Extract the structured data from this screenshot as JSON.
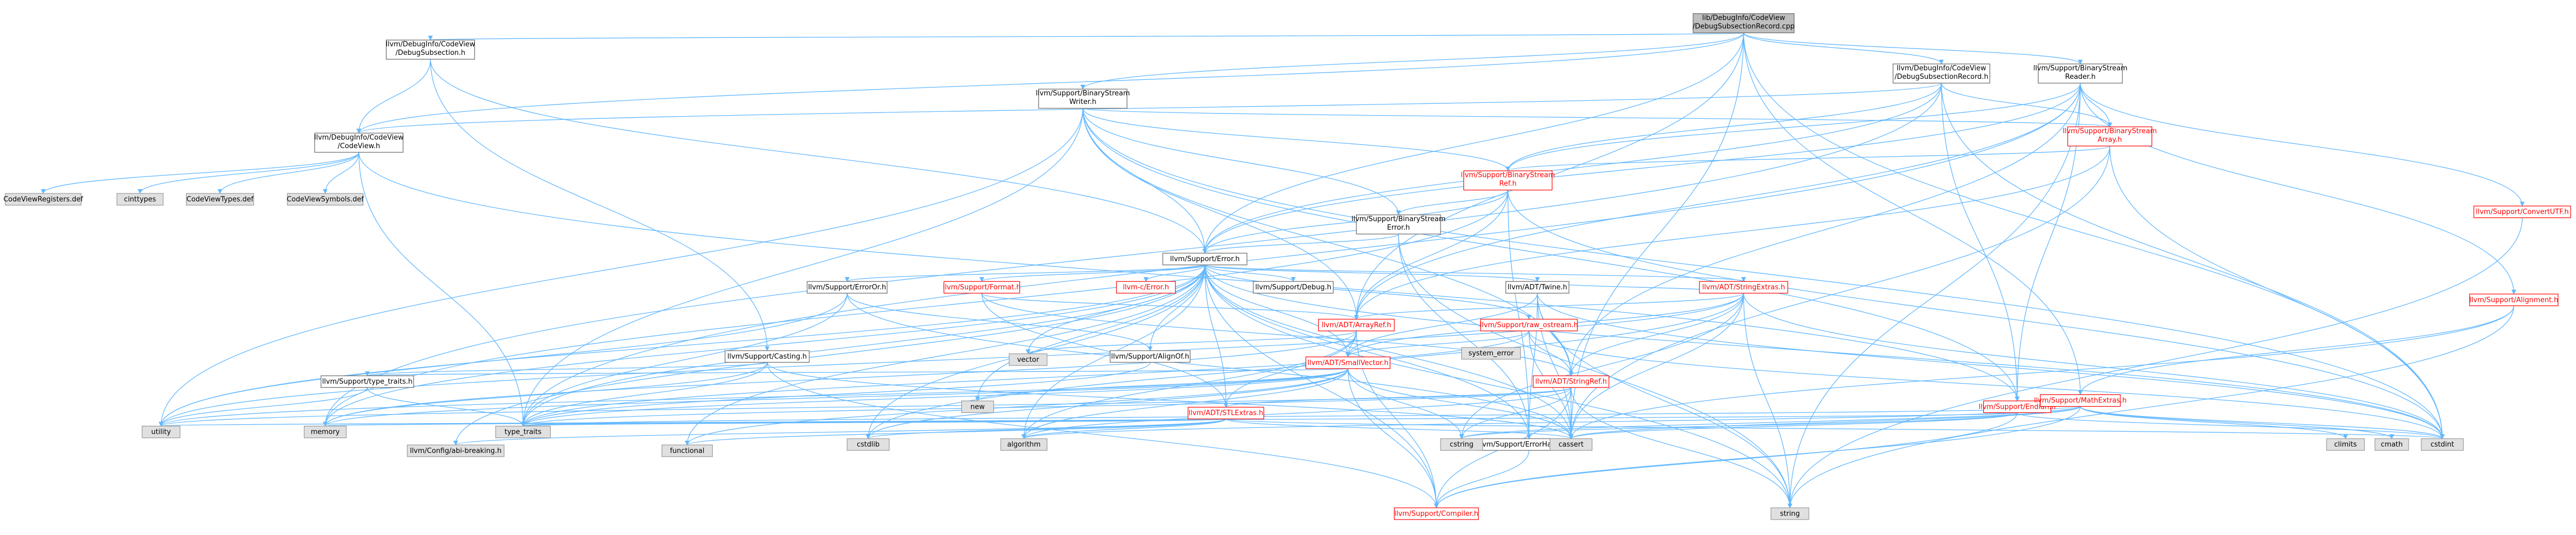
{
  "colors": {
    "root_fill": "#bfbfbf",
    "node_fill": "#ffffff",
    "node_border": "#666666",
    "system_fill": "#e0e0e0",
    "system_border": "#999999",
    "red_text": "#ff0000",
    "edge": "#63b8ff"
  },
  "nodes": [
    {
      "id": "root",
      "lines": [
        "lib/DebugInfo/CodeView",
        "/DebugSubsectionRecord.cpp"
      ],
      "kind": "root"
    },
    {
      "id": "dbgsub",
      "lines": [
        "llvm/DebugInfo/CodeView",
        "/DebugSubsection.h"
      ],
      "kind": "normal"
    },
    {
      "id": "bswriter",
      "lines": [
        "llvm/Support/BinaryStream",
        "Writer.h"
      ],
      "kind": "normal"
    },
    {
      "id": "dbgsubrec",
      "lines": [
        "llvm/DebugInfo/CodeView",
        "/DebugSubsectionRecord.h"
      ],
      "kind": "normal"
    },
    {
      "id": "bsreader",
      "lines": [
        "llvm/Support/BinaryStream",
        "Reader.h"
      ],
      "kind": "normal"
    },
    {
      "id": "codeview",
      "lines": [
        "llvm/DebugInfo/CodeView",
        "/CodeView.h"
      ],
      "kind": "normal"
    },
    {
      "id": "bsarray",
      "lines": [
        "llvm/Support/BinaryStream",
        "Array.h"
      ],
      "kind": "red"
    },
    {
      "id": "bsref",
      "lines": [
        "llvm/Support/BinaryStream",
        "Ref.h"
      ],
      "kind": "red"
    },
    {
      "id": "bserror",
      "lines": [
        "llvm/Support/BinaryStream",
        "Error.h"
      ],
      "kind": "normal"
    },
    {
      "id": "converttf",
      "lines": [
        "llvm/Support/ConvertUTF.h"
      ],
      "kind": "red"
    },
    {
      "id": "cvregs",
      "lines": [
        "CodeViewRegisters.def"
      ],
      "kind": "system"
    },
    {
      "id": "cinttypes",
      "lines": [
        "cinttypes"
      ],
      "kind": "system"
    },
    {
      "id": "cvtypes",
      "lines": [
        "CodeViewTypes.def"
      ],
      "kind": "system"
    },
    {
      "id": "cvsymbols",
      "lines": [
        "CodeViewSymbols.def"
      ],
      "kind": "system"
    },
    {
      "id": "error",
      "lines": [
        "llvm/Support/Error.h"
      ],
      "kind": "normal"
    },
    {
      "id": "casting",
      "lines": [
        "llvm/Support/Casting.h"
      ],
      "kind": "normal"
    },
    {
      "id": "format",
      "lines": [
        "llvm/Support/Format.h"
      ],
      "kind": "red"
    },
    {
      "id": "cerror",
      "lines": [
        "llvm-c/Error.h"
      ],
      "kind": "red"
    },
    {
      "id": "debug",
      "lines": [
        "llvm/Support/Debug.h"
      ],
      "kind": "normal"
    },
    {
      "id": "stringextras",
      "lines": [
        "llvm/ADT/StringExtras.h"
      ],
      "kind": "red"
    },
    {
      "id": "erroror",
      "lines": [
        "llvm/Support/ErrorOr.h"
      ],
      "kind": "normal"
    },
    {
      "id": "arrayref",
      "lines": [
        "llvm/ADT/ArrayRef.h"
      ],
      "kind": "red"
    },
    {
      "id": "rawostream",
      "lines": [
        "llvm/Support/raw_ostream.h"
      ],
      "kind": "red"
    },
    {
      "id": "twine",
      "lines": [
        "llvm/ADT/Twine.h"
      ],
      "kind": "normal"
    },
    {
      "id": "alignment",
      "lines": [
        "llvm/Support/Alignment.h"
      ],
      "kind": "red"
    },
    {
      "id": "alignof",
      "lines": [
        "llvm/Support/AlignOf.h"
      ],
      "kind": "normal"
    },
    {
      "id": "smallvector",
      "lines": [
        "llvm/ADT/SmallVector.h"
      ],
      "kind": "red"
    },
    {
      "id": "stringref",
      "lines": [
        "llvm/ADT/StringRef.h"
      ],
      "kind": "red"
    },
    {
      "id": "typetraits",
      "lines": [
        "llvm/Support/type_traits.h"
      ],
      "kind": "normal"
    },
    {
      "id": "stlextras",
      "lines": [
        "llvm/ADT/STLExtras.h"
      ],
      "kind": "red"
    },
    {
      "id": "endian",
      "lines": [
        "llvm/Support/Endian.h"
      ],
      "kind": "red"
    },
    {
      "id": "mathextras",
      "lines": [
        "llvm/Support/MathExtras.h"
      ],
      "kind": "red"
    },
    {
      "id": "vector",
      "lines": [
        "vector"
      ],
      "kind": "system"
    },
    {
      "id": "systemerror",
      "lines": [
        "system_error"
      ],
      "kind": "system"
    },
    {
      "id": "new",
      "lines": [
        "new"
      ],
      "kind": "system"
    },
    {
      "id": "utility",
      "lines": [
        "utility"
      ],
      "kind": "system"
    },
    {
      "id": "memory",
      "lines": [
        "memory"
      ],
      "kind": "system"
    },
    {
      "id": "cfgabi",
      "lines": [
        "llvm/Config/abi-breaking.h"
      ],
      "kind": "system"
    },
    {
      "id": "type_traits",
      "lines": [
        "type_traits"
      ],
      "kind": "system"
    },
    {
      "id": "functional",
      "lines": [
        "functional"
      ],
      "kind": "system"
    },
    {
      "id": "cstdlib",
      "lines": [
        "cstdlib"
      ],
      "kind": "system"
    },
    {
      "id": "errhandling",
      "lines": [
        "llvm/Support/ErrorHandling.h"
      ],
      "kind": "normal"
    },
    {
      "id": "algorithm",
      "lines": [
        "algorithm"
      ],
      "kind": "system"
    },
    {
      "id": "cstring",
      "lines": [
        "cstring"
      ],
      "kind": "system"
    },
    {
      "id": "cassert",
      "lines": [
        "cassert"
      ],
      "kind": "system"
    },
    {
      "id": "climits",
      "lines": [
        "climits"
      ],
      "kind": "system"
    },
    {
      "id": "cmath",
      "lines": [
        "cmath"
      ],
      "kind": "system"
    },
    {
      "id": "cstdint",
      "lines": [
        "cstdint"
      ],
      "kind": "system"
    },
    {
      "id": "compiler",
      "lines": [
        "llvm/Support/Compiler.h"
      ],
      "kind": "red"
    },
    {
      "id": "string",
      "lines": [
        "string"
      ],
      "kind": "system"
    }
  ],
  "edges": [
    [
      "root",
      "dbgsub"
    ],
    [
      "root",
      "bswriter"
    ],
    [
      "root",
      "dbgsubrec"
    ],
    [
      "root",
      "bsreader"
    ],
    [
      "root",
      "codeview"
    ],
    [
      "root",
      "error"
    ],
    [
      "root",
      "cassert"
    ],
    [
      "root",
      "cstdint"
    ],
    [
      "root",
      "mathextras"
    ],
    [
      "root",
      "arrayref"
    ],
    [
      "dbgsub",
      "codeview"
    ],
    [
      "dbgsub",
      "casting"
    ],
    [
      "dbgsub",
      "error"
    ],
    [
      "bswriter",
      "arrayref"
    ],
    [
      "bswriter",
      "stringref"
    ],
    [
      "bswriter",
      "bsarray"
    ],
    [
      "bswriter",
      "bserror"
    ],
    [
      "bswriter",
      "bsref"
    ],
    [
      "bswriter",
      "endian"
    ],
    [
      "bswriter",
      "error"
    ],
    [
      "bswriter",
      "cstdint"
    ],
    [
      "bswriter",
      "type_traits"
    ],
    [
      "bswriter",
      "utility"
    ],
    [
      "dbgsubrec",
      "codeview"
    ],
    [
      "dbgsubrec",
      "bsarray"
    ],
    [
      "dbgsubrec",
      "bsref"
    ],
    [
      "dbgsubrec",
      "error"
    ],
    [
      "dbgsubrec",
      "memory"
    ],
    [
      "dbgsubrec",
      "endian"
    ],
    [
      "dbgsubrec",
      "cstdint"
    ],
    [
      "bsreader",
      "arrayref"
    ],
    [
      "bsreader",
      "stringref"
    ],
    [
      "bsreader",
      "alignment"
    ],
    [
      "bsreader",
      "bsarray"
    ],
    [
      "bsreader",
      "bsref"
    ],
    [
      "bsreader",
      "converttf"
    ],
    [
      "bsreader",
      "endian"
    ],
    [
      "bsreader",
      "error"
    ],
    [
      "bsreader",
      "type_traits"
    ],
    [
      "bsreader",
      "string"
    ],
    [
      "codeview",
      "cvregs"
    ],
    [
      "codeview",
      "cinttypes"
    ],
    [
      "codeview",
      "cvtypes"
    ],
    [
      "codeview",
      "cvsymbols"
    ],
    [
      "codeview",
      "endian"
    ],
    [
      "codeview",
      "type_traits"
    ],
    [
      "bsarray",
      "arrayref"
    ],
    [
      "bsarray",
      "bsref"
    ],
    [
      "bsarray",
      "cassert"
    ],
    [
      "bsarray",
      "cstdint"
    ],
    [
      "bsref",
      "arrayref"
    ],
    [
      "bsref",
      "bserror"
    ],
    [
      "bsref",
      "error"
    ],
    [
      "bsref",
      "cstdint"
    ],
    [
      "bsref",
      "memory"
    ],
    [
      "bsref",
      "errhandling"
    ],
    [
      "bserror",
      "error"
    ],
    [
      "bserror",
      "errhandling"
    ],
    [
      "bserror",
      "string"
    ],
    [
      "converttf",
      "string"
    ],
    [
      "converttf",
      "cstddef"
    ],
    [
      "converttf",
      "system_error"
    ],
    [
      "error",
      "cerror"
    ],
    [
      "error",
      "stlextras"
    ],
    [
      "error",
      "smallvector"
    ],
    [
      "error",
      "stringextras"
    ],
    [
      "error",
      "twine"
    ],
    [
      "error",
      "alignof"
    ],
    [
      "error",
      "compiler"
    ],
    [
      "error",
      "debug"
    ],
    [
      "error",
      "erroror"
    ],
    [
      "error",
      "errhandling"
    ],
    [
      "error",
      "format"
    ],
    [
      "error",
      "rawostream"
    ],
    [
      "error",
      "algorithm"
    ],
    [
      "error",
      "cassert"
    ],
    [
      "error",
      "cstdint"
    ],
    [
      "error",
      "cstdlib"
    ],
    [
      "error",
      "functional"
    ],
    [
      "error",
      "memory"
    ],
    [
      "error",
      "new"
    ],
    [
      "error",
      "optional"
    ],
    [
      "error",
      "string"
    ],
    [
      "error",
      "system_error"
    ],
    [
      "error",
      "type_traits"
    ],
    [
      "error",
      "utility"
    ],
    [
      "error",
      "vector"
    ],
    [
      "error",
      "cfgabi"
    ],
    [
      "casting",
      "typetraits"
    ],
    [
      "casting",
      "compiler"
    ],
    [
      "casting",
      "cassert"
    ],
    [
      "casting",
      "memory"
    ],
    [
      "casting",
      "optional"
    ],
    [
      "casting",
      "type_traits"
    ],
    [
      "format",
      "arrayref"
    ],
    [
      "format",
      "stringref"
    ],
    [
      "format",
      "stlextras"
    ],
    [
      "stringextras",
      "arrayref"
    ],
    [
      "stringextras",
      "smallvector"
    ],
    [
      "stringextras",
      "stringref"
    ],
    [
      "stringextras",
      "twine"
    ],
    [
      "stringextras",
      "cassert"
    ],
    [
      "stringextras",
      "cstddef"
    ],
    [
      "stringextras",
      "cstdint"
    ],
    [
      "stringextras",
      "cstdlib"
    ],
    [
      "stringextras",
      "cstring"
    ],
    [
      "stringextras",
      "iterator"
    ],
    [
      "stringextras",
      "string"
    ],
    [
      "stringextras",
      "utility"
    ],
    [
      "erroror",
      "alignof"
    ],
    [
      "erroror",
      "cassert"
    ],
    [
      "erroror",
      "system_error"
    ],
    [
      "erroror",
      "type_traits"
    ],
    [
      "erroror",
      "utility"
    ],
    [
      "arrayref",
      "smallvector"
    ],
    [
      "arrayref",
      "stlextras"
    ],
    [
      "arrayref",
      "compiler"
    ],
    [
      "arrayref",
      "algorithm"
    ],
    [
      "arrayref",
      "vector"
    ],
    [
      "arrayref",
      "memory"
    ],
    [
      "rawostream",
      "smallvector"
    ],
    [
      "rawostream",
      "stringref"
    ],
    [
      "rawostream",
      "cassert"
    ],
    [
      "rawostream",
      "cstdint"
    ],
    [
      "rawostream",
      "system_error"
    ],
    [
      "rawostream",
      "type_traits"
    ],
    [
      "twine",
      "smallvector"
    ],
    [
      "twine",
      "stringref"
    ],
    [
      "twine",
      "errhandling"
    ],
    [
      "twine",
      "cassert"
    ],
    [
      "twine",
      "cstdint"
    ],
    [
      "twine",
      "string"
    ],
    [
      "alignment",
      "mathextras"
    ],
    [
      "alignment",
      "cassert"
    ],
    [
      "alignment",
      "string"
    ],
    [
      "alignof",
      "type_traits"
    ],
    [
      "smallvector",
      "compiler"
    ],
    [
      "smallvector",
      "typetraits"
    ],
    [
      "smallvector",
      "algorithm"
    ],
    [
      "smallvector",
      "cassert"
    ],
    [
      "smallvector",
      "cstddef"
    ],
    [
      "smallvector",
      "cstdlib"
    ],
    [
      "smallvector",
      "cstring"
    ],
    [
      "smallvector",
      "functional"
    ],
    [
      "smallvector",
      "new"
    ],
    [
      "smallvector",
      "type_traits"
    ],
    [
      "smallvector",
      "utility"
    ],
    [
      "smallvector",
      "memory"
    ],
    [
      "stringref",
      "stlextras"
    ],
    [
      "stringref",
      "compiler"
    ],
    [
      "stringref",
      "algorithm"
    ],
    [
      "stringref",
      "cassert"
    ],
    [
      "stringref",
      "cstring"
    ],
    [
      "stringref",
      "string"
    ],
    [
      "stringref",
      "type_traits"
    ],
    [
      "stringref",
      "utility"
    ],
    [
      "typetraits",
      "type_traits"
    ],
    [
      "typetraits",
      "utility"
    ],
    [
      "stlextras",
      "cfgabi"
    ],
    [
      "stlextras",
      "algorithm"
    ],
    [
      "stlextras",
      "cassert"
    ],
    [
      "stlextras",
      "cstdint"
    ],
    [
      "stlextras",
      "cstdlib"
    ],
    [
      "stlextras",
      "functional"
    ],
    [
      "stlextras",
      "memory"
    ],
    [
      "stlextras",
      "type_traits"
    ],
    [
      "stlextras",
      "utility"
    ],
    [
      "endian",
      "compiler"
    ],
    [
      "endian",
      "cassert"
    ],
    [
      "endian",
      "cstdint"
    ],
    [
      "endian",
      "cstring"
    ],
    [
      "endian",
      "type_traits"
    ],
    [
      "mathextras",
      "compiler"
    ],
    [
      "mathextras",
      "algorithm"
    ],
    [
      "mathextras",
      "cassert"
    ],
    [
      "mathextras",
      "climits"
    ],
    [
      "mathextras",
      "cmath"
    ],
    [
      "mathextras",
      "cstdint"
    ],
    [
      "mathextras",
      "cstring"
    ],
    [
      "mathextras",
      "limits"
    ],
    [
      "mathextras",
      "type_traits"
    ],
    [
      "errhandling",
      "compiler"
    ]
  ]
}
